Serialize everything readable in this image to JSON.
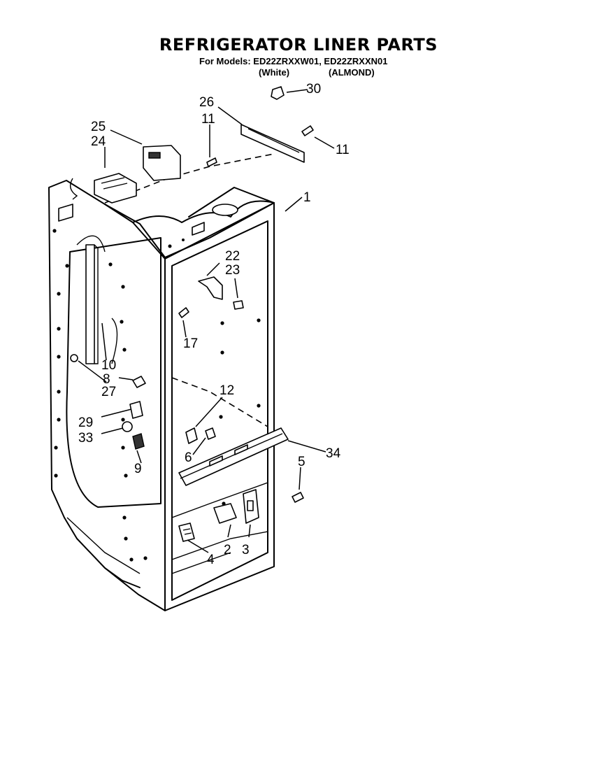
{
  "title": "REFRIGERATOR LINER PARTS",
  "models_line": "For Models: ED22ZRXXW01, ED22ZRXXN01",
  "variants": [
    "(White)",
    "(ALMOND)"
  ],
  "callouts": {
    "c1": "1",
    "c2": "2",
    "c3": "3",
    "c4": "4",
    "c5": "5",
    "c6": "6",
    "c8": "8",
    "c9": "9",
    "c10": "10",
    "c11a": "11",
    "c11b": "11",
    "c12": "12",
    "c17": "17",
    "c22": "22",
    "c23": "23",
    "c24": "24",
    "c25": "25",
    "c26": "26",
    "c27": "27",
    "c29": "29",
    "c30": "30",
    "c33": "33",
    "c34": "34"
  }
}
